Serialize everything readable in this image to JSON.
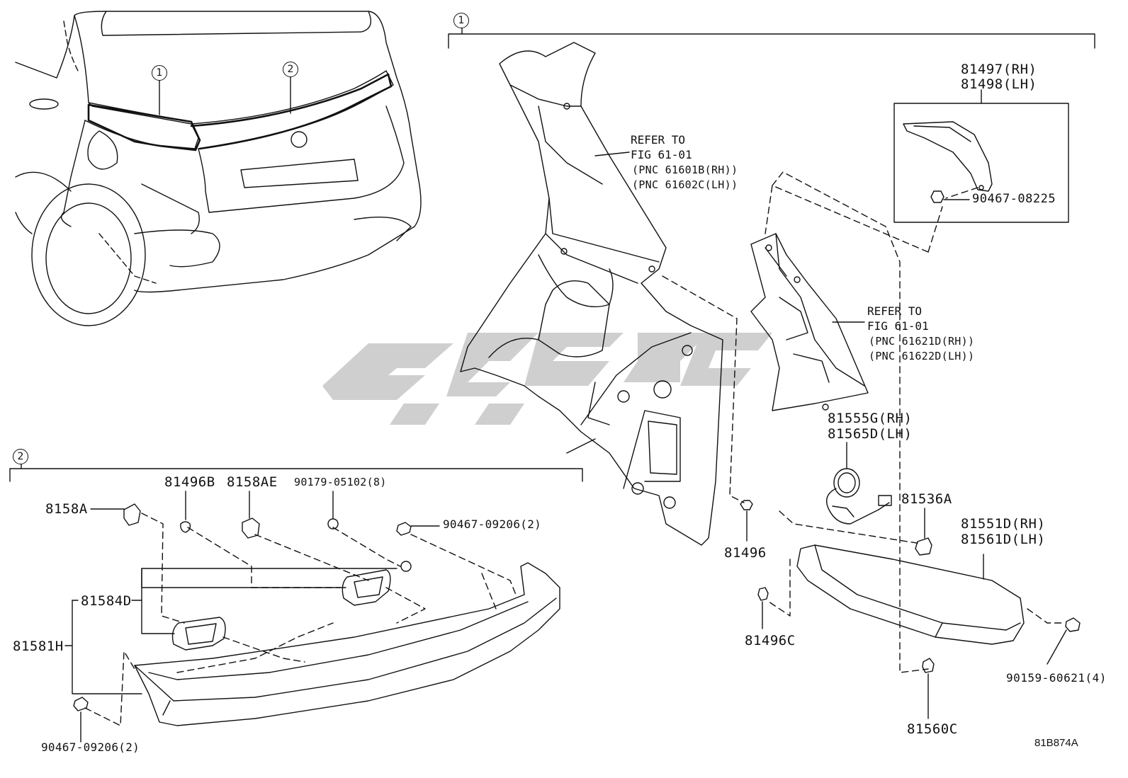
{
  "callouts": {
    "one": "1",
    "two": "2"
  },
  "parts": {
    "p81497": "81497(RH)",
    "p81498": "81498(LH)",
    "p90467_08225": "90467-08225",
    "p81555g": "81555G(RH)",
    "p81565d": "81565D(LH)",
    "p81536a": "81536A",
    "p81551d": "81551D(RH)",
    "p81561d": "81561D(LH)",
    "p81496": "81496",
    "p81496c": "81496C",
    "p81560c": "81560C",
    "p90159": "90159-60621(4)",
    "p8158a": "8158A",
    "p81496b": "81496B",
    "p8158ae": "8158AE",
    "p90179": "90179-05102(8)",
    "p90467_09206_top": "90467-09206(2)",
    "p81584d": "81584D",
    "p81581h": "81581H",
    "p90467_09206_bot": "90467-09206(2)"
  },
  "refs": {
    "ref1": {
      "line1": "REFER TO",
      "line2": "FIG 61-01",
      "line3": "(PNC 61601B(RH))",
      "line4": "(PNC 61602C(LH))"
    },
    "ref2": {
      "line1": "REFER TO",
      "line2": "FIG 61-01",
      "line3": "(PNC 61621D(RH))",
      "line4": "(PNC 61622D(LH))"
    }
  },
  "figure_id": "81B874A",
  "colors": {
    "line": "#111111",
    "watermark": "#cfcfcf"
  }
}
